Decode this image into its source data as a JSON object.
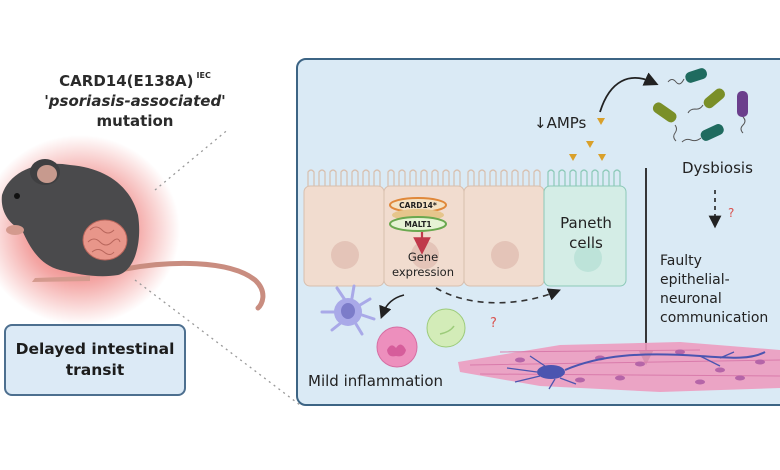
{
  "left": {
    "mutation_title": {
      "line1": "CARD14(E138A)",
      "superscript": "IEC",
      "line2": "'psoriasis-associated'",
      "line3": "mutation"
    },
    "outcome_box": {
      "line1": "Delayed intestinal",
      "line2": "transit"
    }
  },
  "panel": {
    "complex": {
      "top_label": "CARD14*",
      "bottom_label": "MALT1"
    },
    "gene_expression": {
      "line1": "Gene",
      "line2": "expression"
    },
    "paneth": {
      "line1": "Paneth",
      "line2": "cells"
    },
    "amps_label": "↓AMPs",
    "dysbiosis_label": "Dysbiosis",
    "question_mark": "?",
    "faulty_comm": {
      "line1": "Faulty",
      "line2": "epithelial-",
      "line3": "neuronal",
      "line4": "communication"
    },
    "inflammation_label": "Mild inflammation"
  },
  "colors": {
    "panel_bg": "#daeaf5",
    "panel_border": "#3c6484",
    "epithelial_cell": "#f1dccf",
    "paneth_cell": "#d4ede6",
    "card14_outline": "#e0883a",
    "malt1_outline": "#6aa84f",
    "red_arrow": "#c0394b",
    "amp_triangle": "#d9a02a",
    "bacteria_teal": "#1f6b5f",
    "bacteria_olive": "#7a8f28",
    "bacteria_purple": "#6b3f8c",
    "muscle": "#ec9cc0",
    "neuron": "#4b55b0",
    "question_red": "#d9534f",
    "mouse_glow": "#e53935"
  }
}
